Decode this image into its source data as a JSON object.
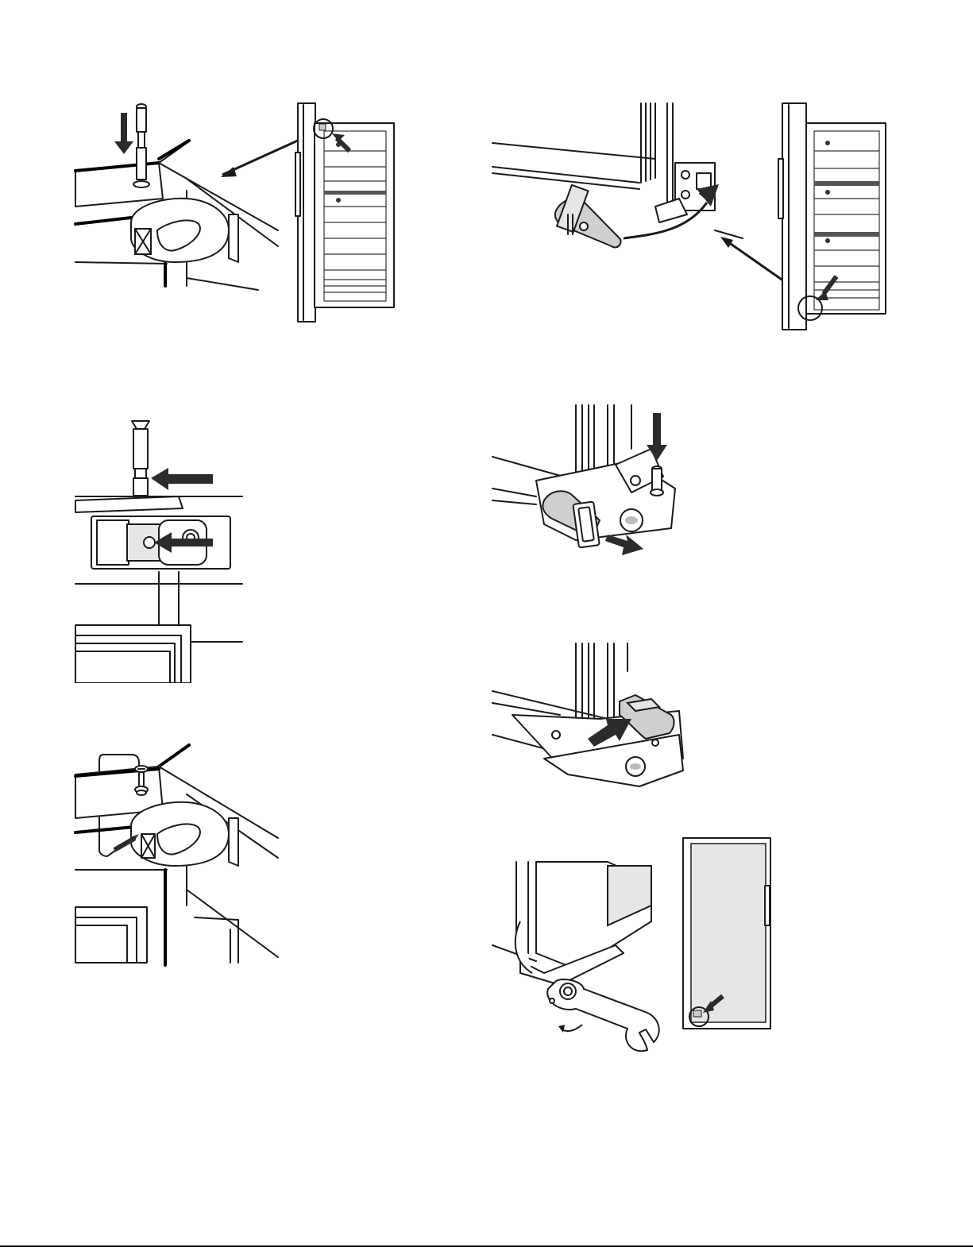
{
  "page": {
    "type": "instruction-illustrations",
    "background": "#ffffff",
    "line_color": "#1a1a1a",
    "arrow_color": "#2b2b2b",
    "highlight_fill": "#e6e6e6"
  },
  "figures": [
    {
      "id": "top-hinge-pin-removal",
      "icon": "hinge-pin-icon"
    },
    {
      "id": "bottom-hinge-release",
      "icon": "hinge-bracket-icon"
    },
    {
      "id": "top-hinge-pin-detail",
      "icon": "hinge-pin-icon"
    },
    {
      "id": "bottom-hinge-pin-insert",
      "icon": "hinge-pin-icon"
    },
    {
      "id": "top-hinge-screw",
      "icon": "screw-icon"
    },
    {
      "id": "bottom-hinge-cover",
      "icon": "hinge-cover-icon"
    },
    {
      "id": "foot-adjust-wrench",
      "icon": "wrench-icon"
    }
  ]
}
